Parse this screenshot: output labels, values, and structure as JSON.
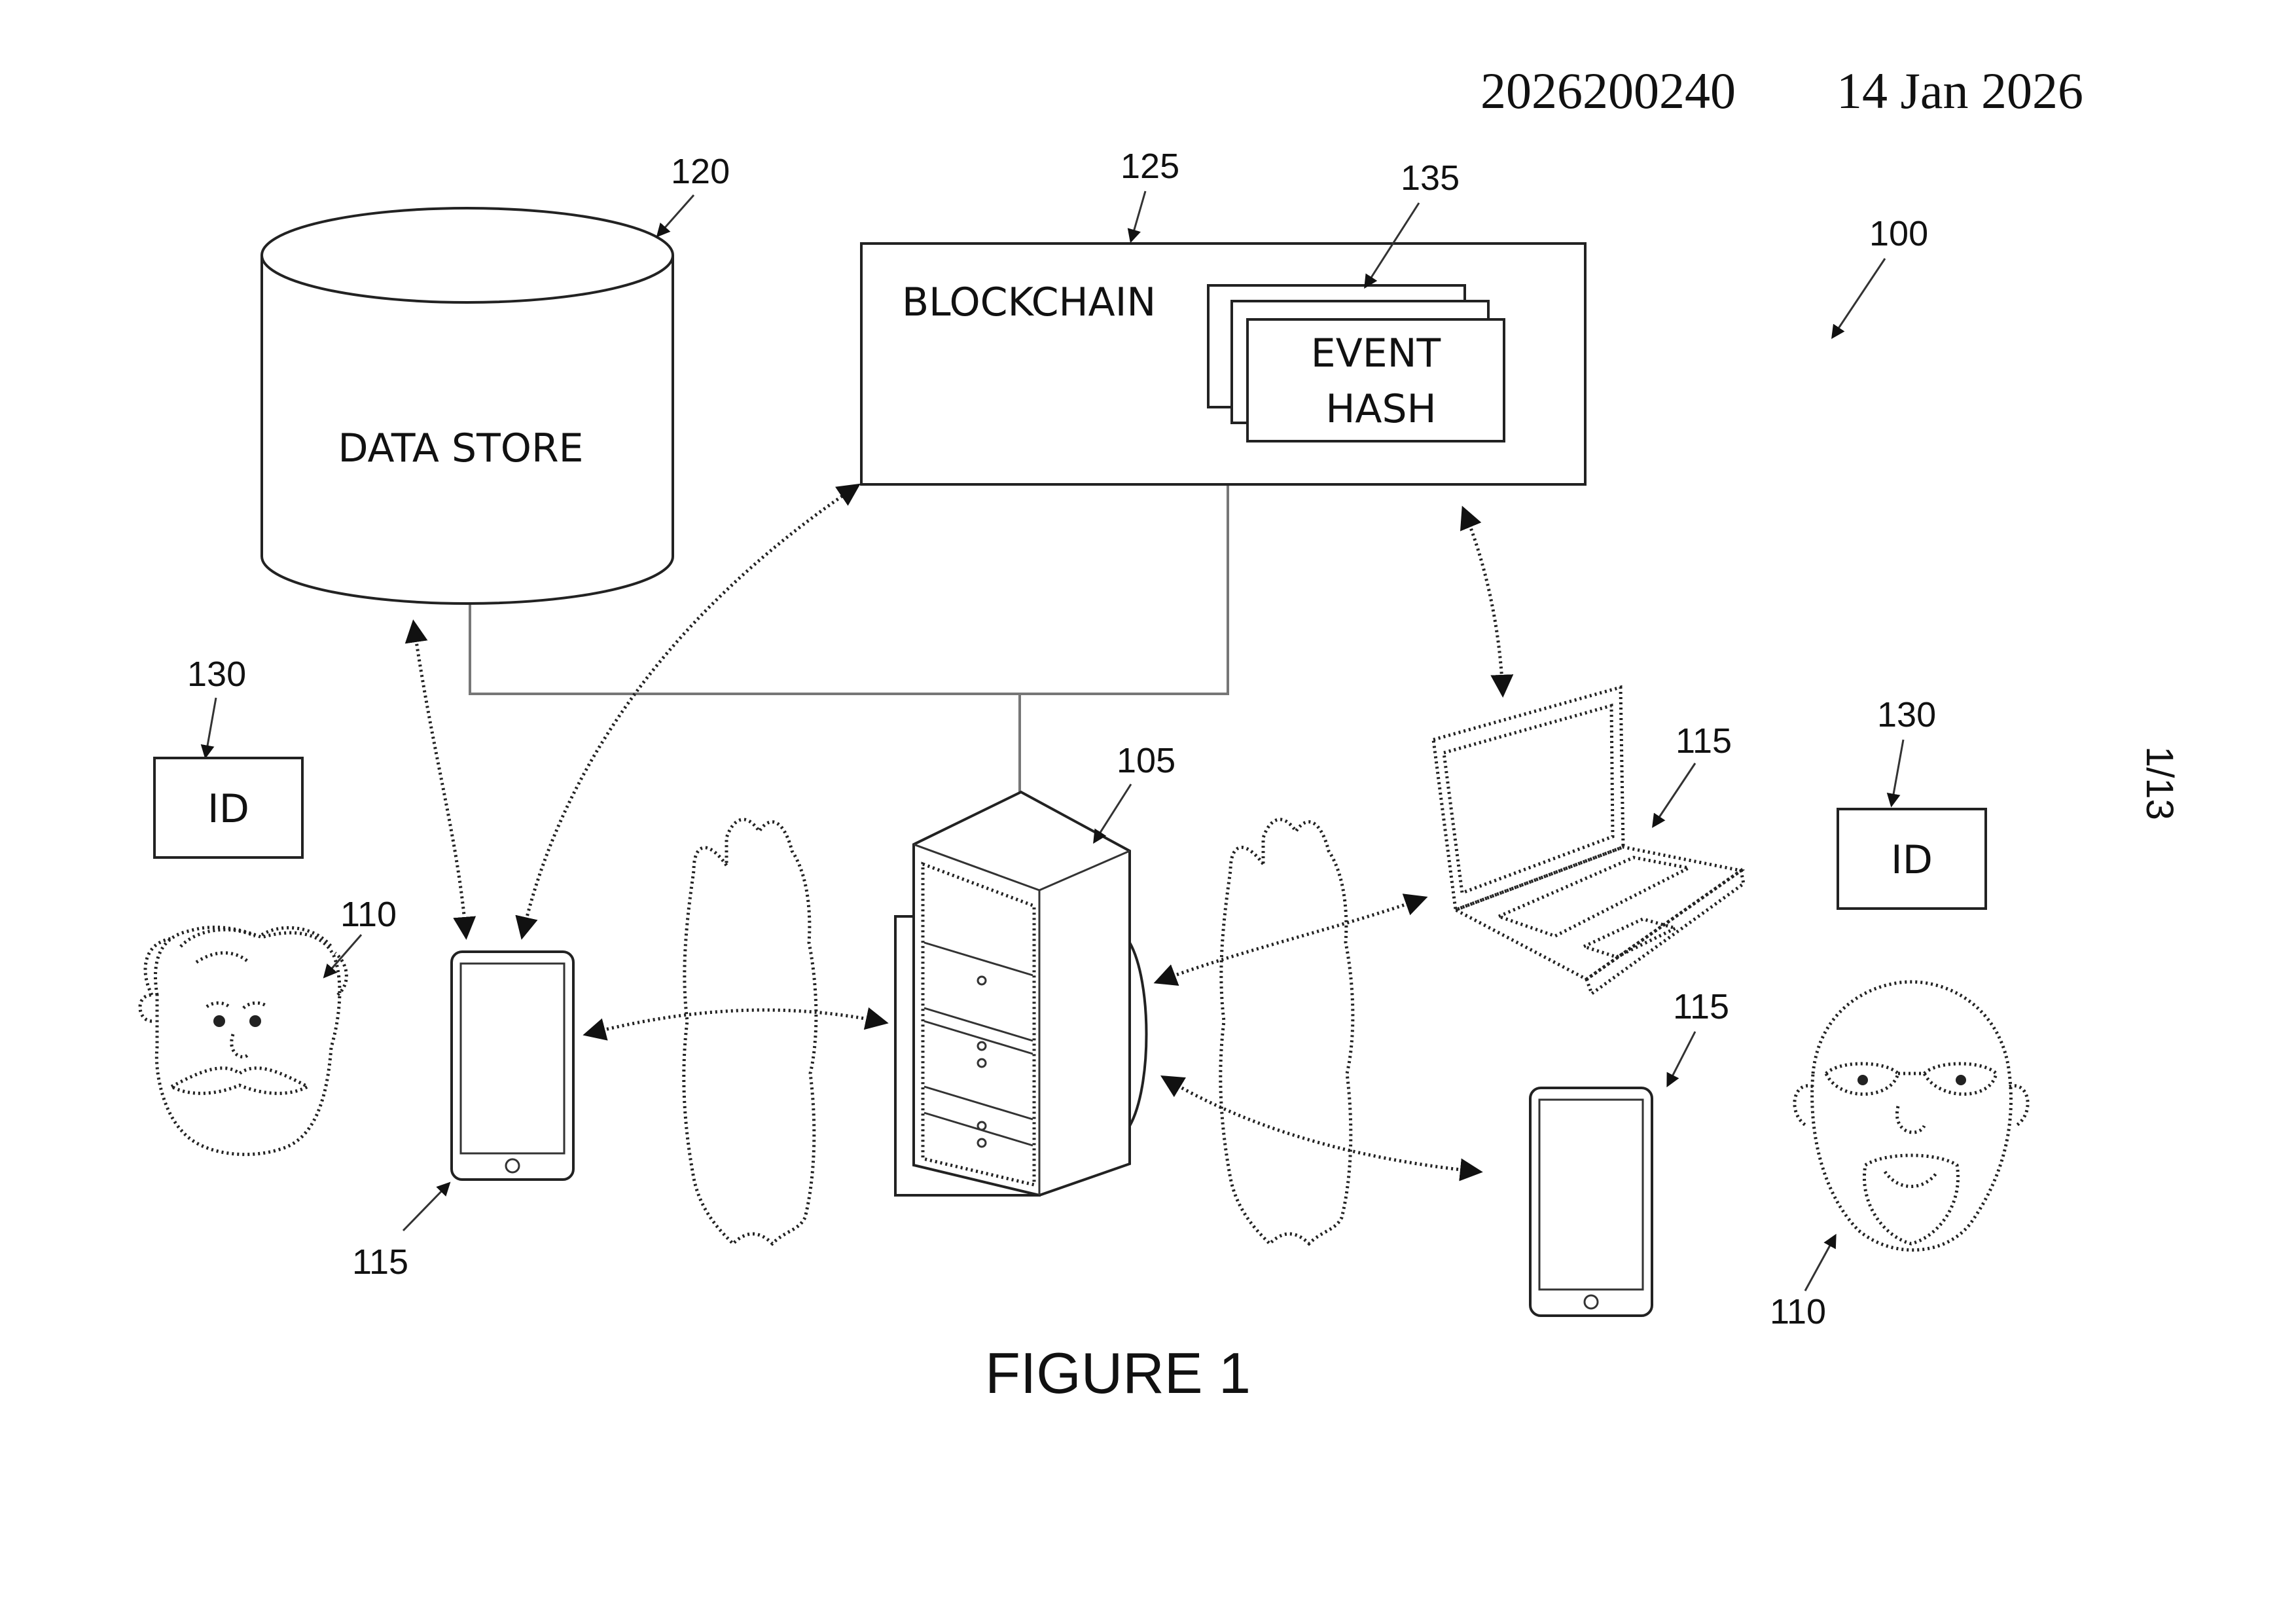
{
  "header": {
    "number": "2026200240",
    "date": "14 Jan 2026"
  },
  "page_indicator": "1/13",
  "figure_caption": "FIGURE 1",
  "refs": {
    "system": "100",
    "server": "105",
    "user_left": "110",
    "user_right": "110",
    "device_left": "115",
    "device_laptop": "115",
    "device_right": "115",
    "data_store": "120",
    "blockchain": "125",
    "id_left": "130",
    "id_right": "130",
    "event_hash": "135"
  },
  "labels": {
    "data_store": "DATA STORE",
    "blockchain": "BLOCKCHAIN",
    "event_line1": "EVENT",
    "event_line2": "HASH",
    "id_left": "ID",
    "id_right": "ID"
  }
}
